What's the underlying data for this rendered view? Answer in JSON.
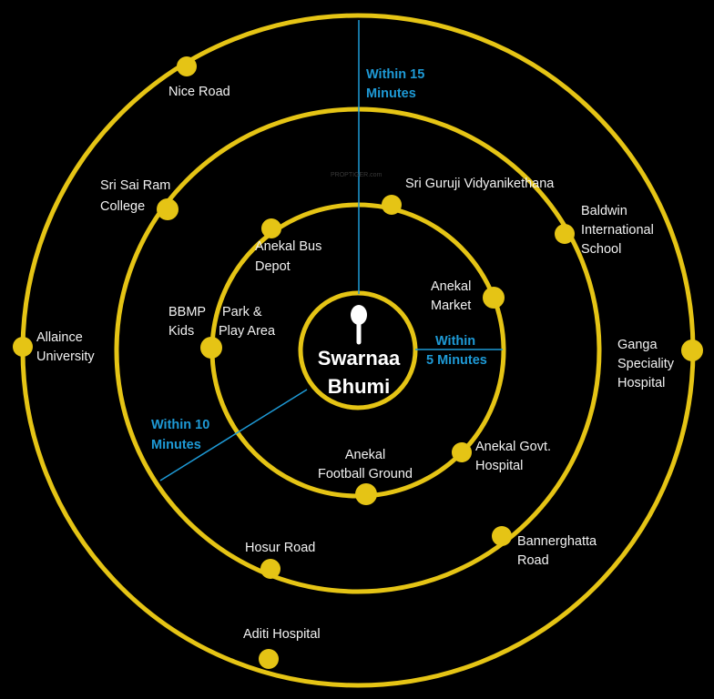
{
  "center": {
    "line1": "Swarnaa",
    "line2": "Bhumi"
  },
  "watermark": "PROPTIGER.com",
  "zones": {
    "five": {
      "line1": "Within",
      "line2": "5 Minutes"
    },
    "ten": {
      "line1": "Within 10",
      "line2": "Minutes"
    },
    "fifteen": {
      "line1": "Within 15",
      "line2": "Minutes"
    }
  },
  "places": {
    "anekal_bus_depot": [
      "Anekal Bus",
      "Depot"
    ],
    "anekal_market": [
      "Anekal",
      "Market"
    ],
    "bbmp_park": [
      "BBMP",
      "Park &",
      "Kids",
      "Play Area"
    ],
    "anekal_football": [
      "Anekal",
      "Football Ground"
    ],
    "anekal_govt_hospital": [
      "Anekal Govt.",
      "Hospital"
    ],
    "sri_guruji": [
      "Sri Guruji Vidyanikethana"
    ],
    "baldwin": [
      "Baldwin",
      "International",
      "School"
    ],
    "sri_sai_ram": [
      "Sri Sai Ram",
      "College"
    ],
    "bannerghatta": [
      "Bannerghatta",
      "Road"
    ],
    "hosur_road": [
      "Hosur Road"
    ],
    "nice_road": [
      "Nice Road"
    ],
    "allaince": [
      "Allaince",
      "University"
    ],
    "ganga": [
      "Ganga",
      "Speciality",
      "Hospital"
    ],
    "aditi": [
      "Aditi Hospital"
    ]
  },
  "colors": {
    "background": "#000000",
    "ring": "#e5c415",
    "marker": "#e5c415",
    "zone_line": "#1e9ad6",
    "text": "#f2f2f2",
    "center_text": "#ffffff"
  },
  "icons": {
    "center_pin": "map-pin-icon"
  }
}
